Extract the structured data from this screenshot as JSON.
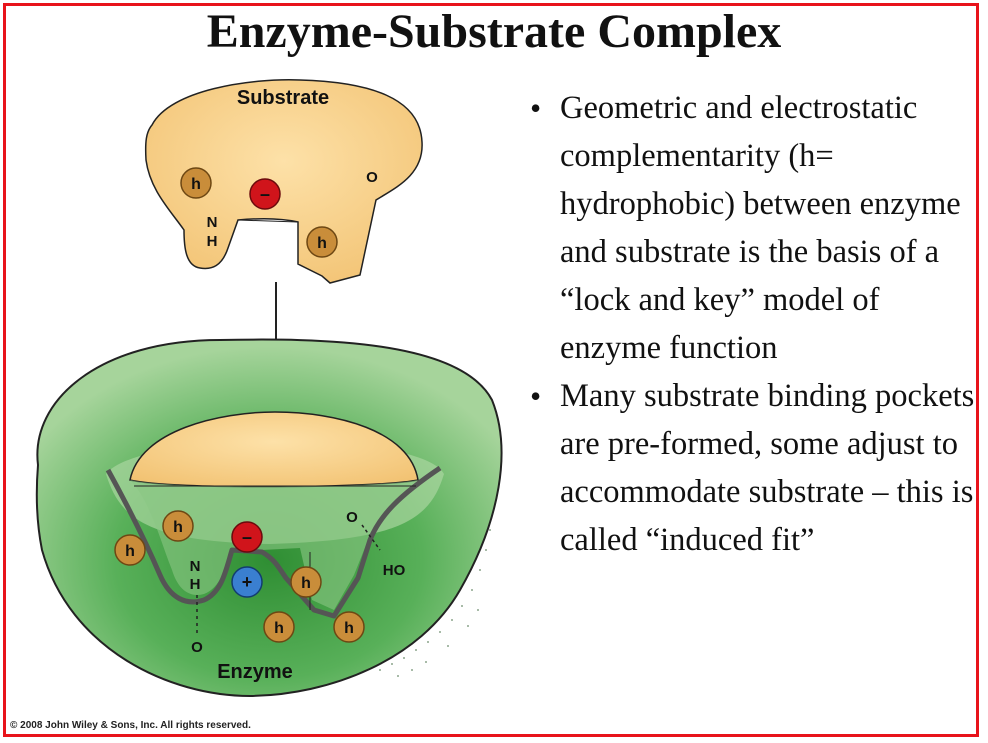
{
  "title": "Enzyme-Substrate Complex",
  "bullets": [
    "Geometric and electrostatic complementarity (h= hydrophobic) between enzyme and substrate is the basis of a “lock and key” model of enzyme function",
    "Many substrate binding pockets are pre-formed, some adjust to accommodate substrate – this is called “induced fit”"
  ],
  "diagram": {
    "substrate_label": "Substrate",
    "enzyme_label": "Enzyme",
    "hydrophobic_symbol": "h",
    "negative_charge": "–",
    "positive_charge": "+",
    "atom_o": "O",
    "atom_n": "N",
    "atom_h": "H",
    "hydroxyl": "HO"
  },
  "copyright": "© 2008 John Wiley & Sons, Inc. All rights reserved.",
  "colors": {
    "border": "#e8131b",
    "substrate_fill": "#f7cf86",
    "enzyme_fill": "#5bb55b",
    "hydrophobic_fill": "#c98d3a",
    "negative_fill": "#d0141b",
    "positive_fill": "#3a7fd0"
  }
}
